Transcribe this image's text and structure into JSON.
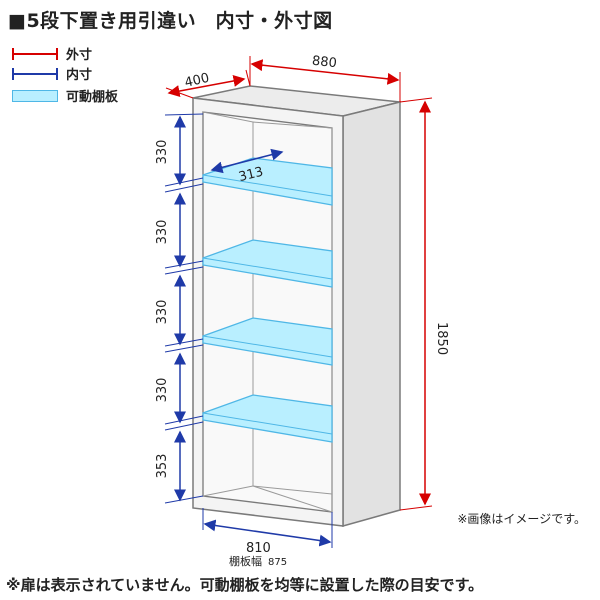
{
  "title": "■5段下置き用引違い　内寸・外寸図",
  "legend": [
    {
      "label": "外寸",
      "style": "red"
    },
    {
      "label": "内寸",
      "style": "blue"
    },
    {
      "label": "可動棚板",
      "style": "cyan"
    }
  ],
  "dimensions": {
    "outer_depth": "400",
    "outer_width": "880",
    "outer_height": "1850",
    "inner_depth": "313",
    "inner_width": "810",
    "shelf_width_label": "棚板幅",
    "shelf_width": "875",
    "compartments": [
      "330",
      "330",
      "330",
      "330",
      "353"
    ]
  },
  "notes": {
    "image_note": "※画像はイメージです。",
    "door_note": "※扉は表示されていません。可動棚板を均等に設置した際の目安です。"
  },
  "colors": {
    "outer": "#d60000",
    "inner": "#1f3aa8",
    "shelf": "#b9efff",
    "cabinet_fill": "#f4f4f4",
    "cabinet_line": "#7a7a7a"
  }
}
